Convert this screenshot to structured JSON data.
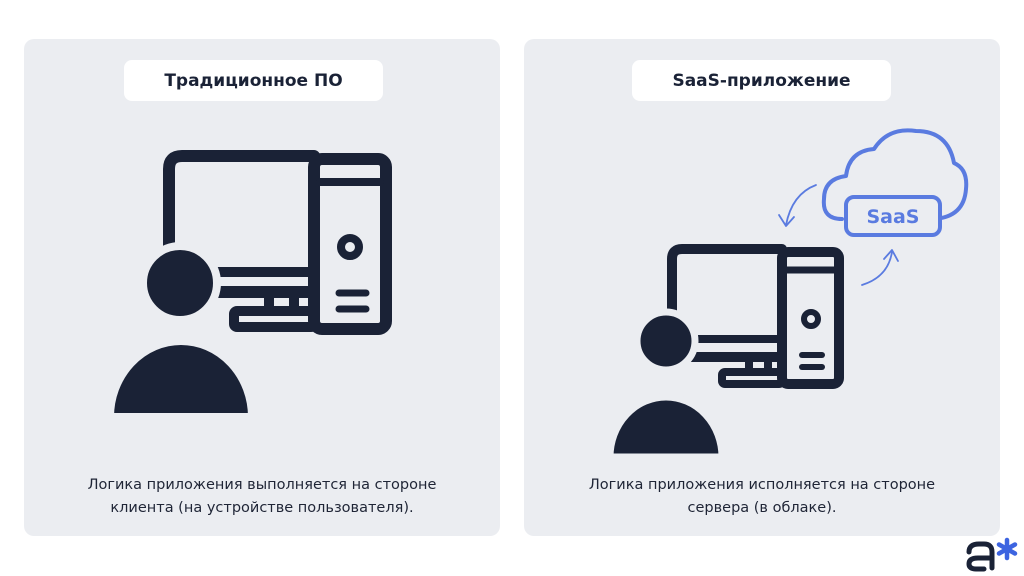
{
  "left_panel": {
    "title": "Традиционное ПО",
    "caption_lines": [
      "Логика приложения выполняется на стороне",
      "клиента (на устройстве пользователя)."
    ]
  },
  "right_panel": {
    "title": "SaaS-приложение",
    "cloud_label": "SaaS",
    "caption_lines": [
      "Логика приложения исполняется на стороне",
      "сервера (в облаке)."
    ]
  },
  "colors": {
    "panel_bg": "#ebedf1",
    "icon_dark": "#1a2236",
    "accent_blue": "#5a7be0"
  },
  "icons": [
    "person-icon",
    "computer-icon",
    "cloud-icon",
    "arrow-icon",
    "brand-logo"
  ]
}
